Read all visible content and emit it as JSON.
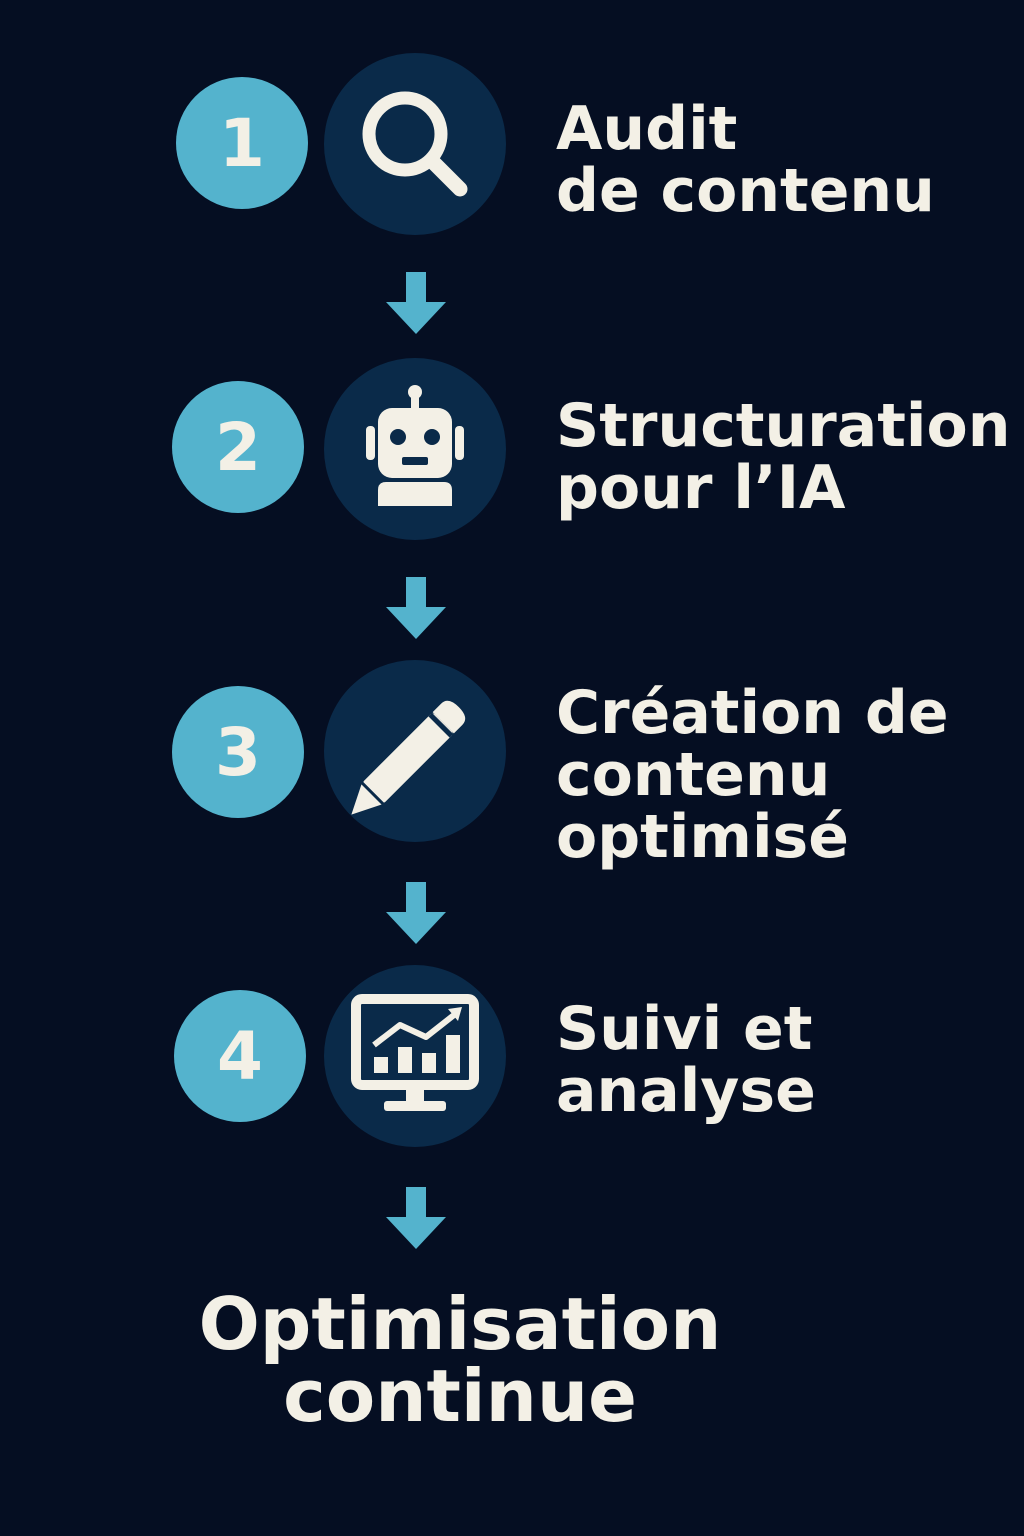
{
  "steps": [
    {
      "number": "1",
      "icon": "search-icon",
      "label": "Audit\nde contenu"
    },
    {
      "number": "2",
      "icon": "robot-icon",
      "label": "Structuration\npour l’IA"
    },
    {
      "number": "3",
      "icon": "pencil-icon",
      "label": "Création de\ncontenu\noptimisé"
    },
    {
      "number": "4",
      "icon": "analytics-monitor-icon",
      "label": "Suivi et\nanalyse"
    }
  ],
  "final": {
    "label": "Optimisation\ncontinue"
  },
  "colors": {
    "background": "#050e22",
    "number_circle": "#54b3cd",
    "icon_circle": "#0a2a49",
    "arrow": "#54b3cd",
    "text": "#f3f0e6"
  }
}
